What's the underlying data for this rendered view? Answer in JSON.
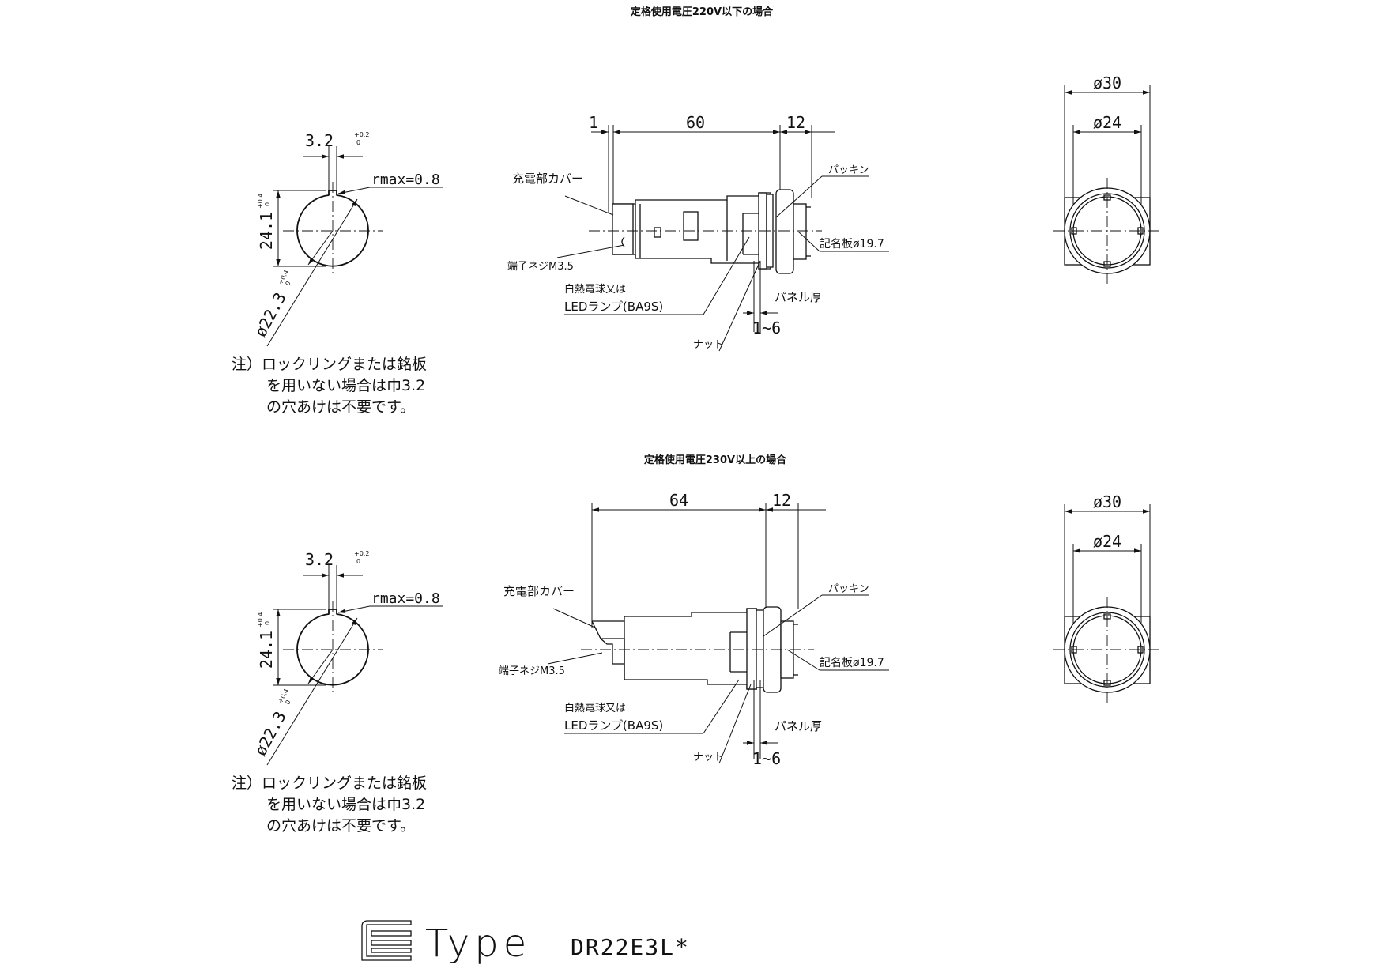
{
  "views": {
    "upper": {
      "heading": "定格使用電圧220V以下の場合",
      "side": {
        "dim_left": "1",
        "dim_body": "60",
        "dim_head": "12",
        "label_cover": "充電部カバー",
        "label_packing": "パッキン",
        "label_terminal": "端子ネジM3.5",
        "label_plate": "記名板ø19.7",
        "label_lamp_1": "白熱電球又は",
        "label_lamp_2": "LEDランプ(BA9S)",
        "label_panel": "パネル厚",
        "label_nut": "ナット",
        "panel_range": "1~6"
      }
    },
    "lower": {
      "heading": "定格使用電圧230V以上の場合",
      "side": {
        "dim_body": "64",
        "dim_head": "12",
        "label_cover": "充電部カバー",
        "label_packing": "パッキン",
        "label_terminal": "端子ネジM3.5",
        "label_plate": "記名板ø19.7",
        "label_lamp_1": "白熱電球又は",
        "label_lamp_2": "LEDランプ(BA9S)",
        "label_panel": "パネル厚",
        "label_nut": "ナット",
        "panel_range": "1~6"
      }
    }
  },
  "panel_cutout": {
    "key_width": "3.2",
    "key_width_tol_upper": "+0.2",
    "key_width_tol_lower": "0",
    "radius_note": "rmax=0.8",
    "height": "24.1",
    "height_tol_upper": "+0.4",
    "height_tol_lower": "0",
    "diameter": "ø22.3",
    "diameter_tol_upper": "+0.4",
    "diameter_tol_lower": "0",
    "note_line_1": "注）ロックリングまたは銘板",
    "note_line_2": "を用いない場合は巾3.2",
    "note_line_3": "の穴あけは不要です。"
  },
  "front_view": {
    "outer_diameter": "ø30",
    "inner_diameter": "ø24"
  },
  "title_block": {
    "type_word": "Type",
    "model": "DR22E3L*"
  }
}
